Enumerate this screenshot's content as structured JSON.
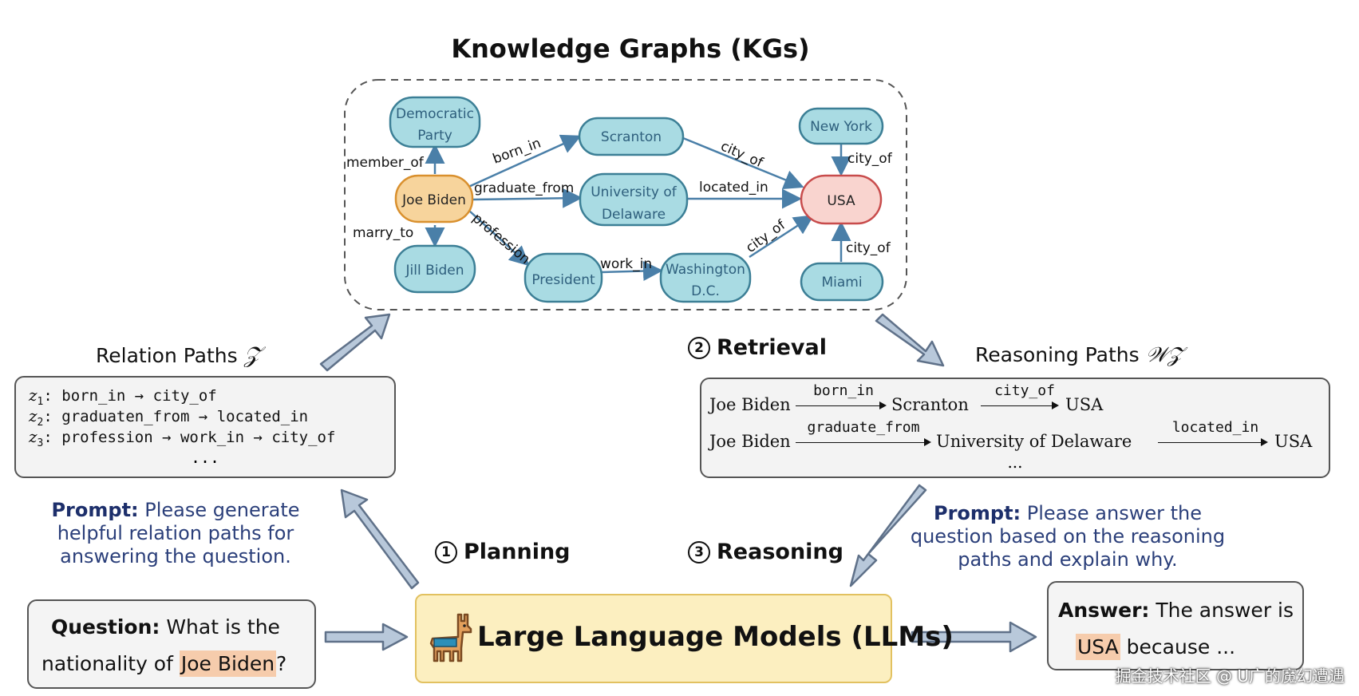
{
  "title": "Knowledge Graphs (KGs)",
  "kg": {
    "nodes": {
      "democratic_party_1": "Democratic",
      "democratic_party_2": "Party",
      "joe_biden": "Joe Biden",
      "jill_biden": "Jill Biden",
      "scranton": "Scranton",
      "univ_1": "University of",
      "univ_2": "Delaware",
      "president": "President",
      "washington_1": "Washington",
      "washington_2": "D.C.",
      "new_york": "New York",
      "usa": "USA",
      "miami": "Miami"
    },
    "edges": {
      "member_of": "member_of",
      "born_in": "born_in",
      "graduate_from": "graduate_from",
      "profession": "profession",
      "marry_to": "marry_to",
      "city_of_scranton": "city_of",
      "located_in": "located_in",
      "work_in": "work_in",
      "city_of_dc": "city_of",
      "city_of_ny": "city_of",
      "city_of_miami": "city_of"
    }
  },
  "relation_paths": {
    "heading": "Relation Paths",
    "symbol": "𝒵",
    "rows": [
      {
        "var": "z",
        "sub": "1",
        "path": ": born_in → city_of"
      },
      {
        "var": "z",
        "sub": "2",
        "path": ": graduaten_from → located_in"
      },
      {
        "var": "z",
        "sub": "3",
        "path": ": profession → work_in → city_of"
      }
    ],
    "ellipsis": "..."
  },
  "reasoning_paths": {
    "heading": "Reasoning Paths",
    "symbol": "𝒲𝒵",
    "row1": {
      "start": "Joe Biden",
      "rel1": "born_in",
      "mid": "Scranton",
      "rel2": "city_of",
      "end": "USA"
    },
    "row2": {
      "start": "Joe Biden",
      "rel1": "graduate_from",
      "mid": "University of Delaware",
      "rel2": "located_in",
      "end": "USA"
    },
    "ellipsis": "..."
  },
  "stages": {
    "planning_num": "1",
    "planning": "Planning",
    "retrieval_num": "2",
    "retrieval": "Retrieval",
    "reasoning_num": "3",
    "reasoning": "Reasoning"
  },
  "prompts": {
    "planning_label": "Prompt:",
    "planning_text_1": " Please generate",
    "planning_text_2": "helpful relation paths for",
    "planning_text_3": "answering the question.",
    "reasoning_label": "Prompt:",
    "reasoning_text_1": " Please answer the",
    "reasoning_text_2": "question based on the reasoning",
    "reasoning_text_3": "paths and explain why."
  },
  "question": {
    "label": "Question:",
    "text_1": " What is the",
    "text_2": "nationality of ",
    "highlight": "Joe Biden",
    "text_3": "?"
  },
  "llm": {
    "label": "Large Language Models (LLMs)",
    "icon": "llama-icon"
  },
  "answer": {
    "label": "Answer:",
    "text_1": " The answer is",
    "highlight": "USA",
    "text_2": " because ..."
  },
  "watermark": "掘金技术社区 @ U广的魔幻遭遇",
  "colors": {
    "node_fill": "#a9dbe3",
    "node_stroke": "#3c7f96",
    "usa_fill": "#f9d4cf",
    "usa_stroke": "#c84c4c",
    "joe_fill": "#f7d49c",
    "joe_stroke": "#d9902e",
    "edge": "#4a7fa8",
    "big_arrow_fill": "#b8c8da",
    "big_arrow_stroke": "#5f7189",
    "llm_fill": "#fcefc0",
    "llm_stroke": "#e2c160",
    "highlight": "#f6ccac",
    "prompt_text": "#2b3f7a"
  }
}
